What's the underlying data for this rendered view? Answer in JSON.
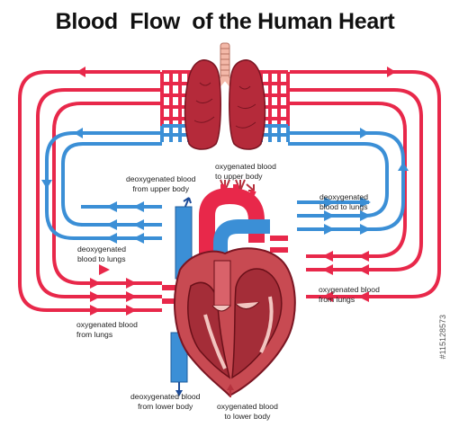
{
  "title": "Blood  Flow  of the Human Heart",
  "labels": {
    "deoxy_upper_body": "deoxygenated blood\nfrom upper body",
    "oxy_upper_body": "oxygenated blood\nto upper body",
    "deoxy_lungs_right": "deoxygenated\nblood to lungs",
    "deoxy_lungs_left": "deoxygenated\nblood to lungs",
    "oxy_from_lungs_right": "oxygenated blood\nfrom lungs",
    "oxy_from_lungs_left": "oxygenated blood\nfrom lungs",
    "deoxy_lower_body": "deoxygenated blood\nfrom lower body",
    "oxy_lower_body": "oxygenated blood\nto lower body"
  },
  "watermark": "#115128573",
  "colors": {
    "oxygenated": "#e8284a",
    "deoxygenated": "#3b8fd6",
    "lung": "#b52a3a",
    "heart": "#b5323e"
  }
}
